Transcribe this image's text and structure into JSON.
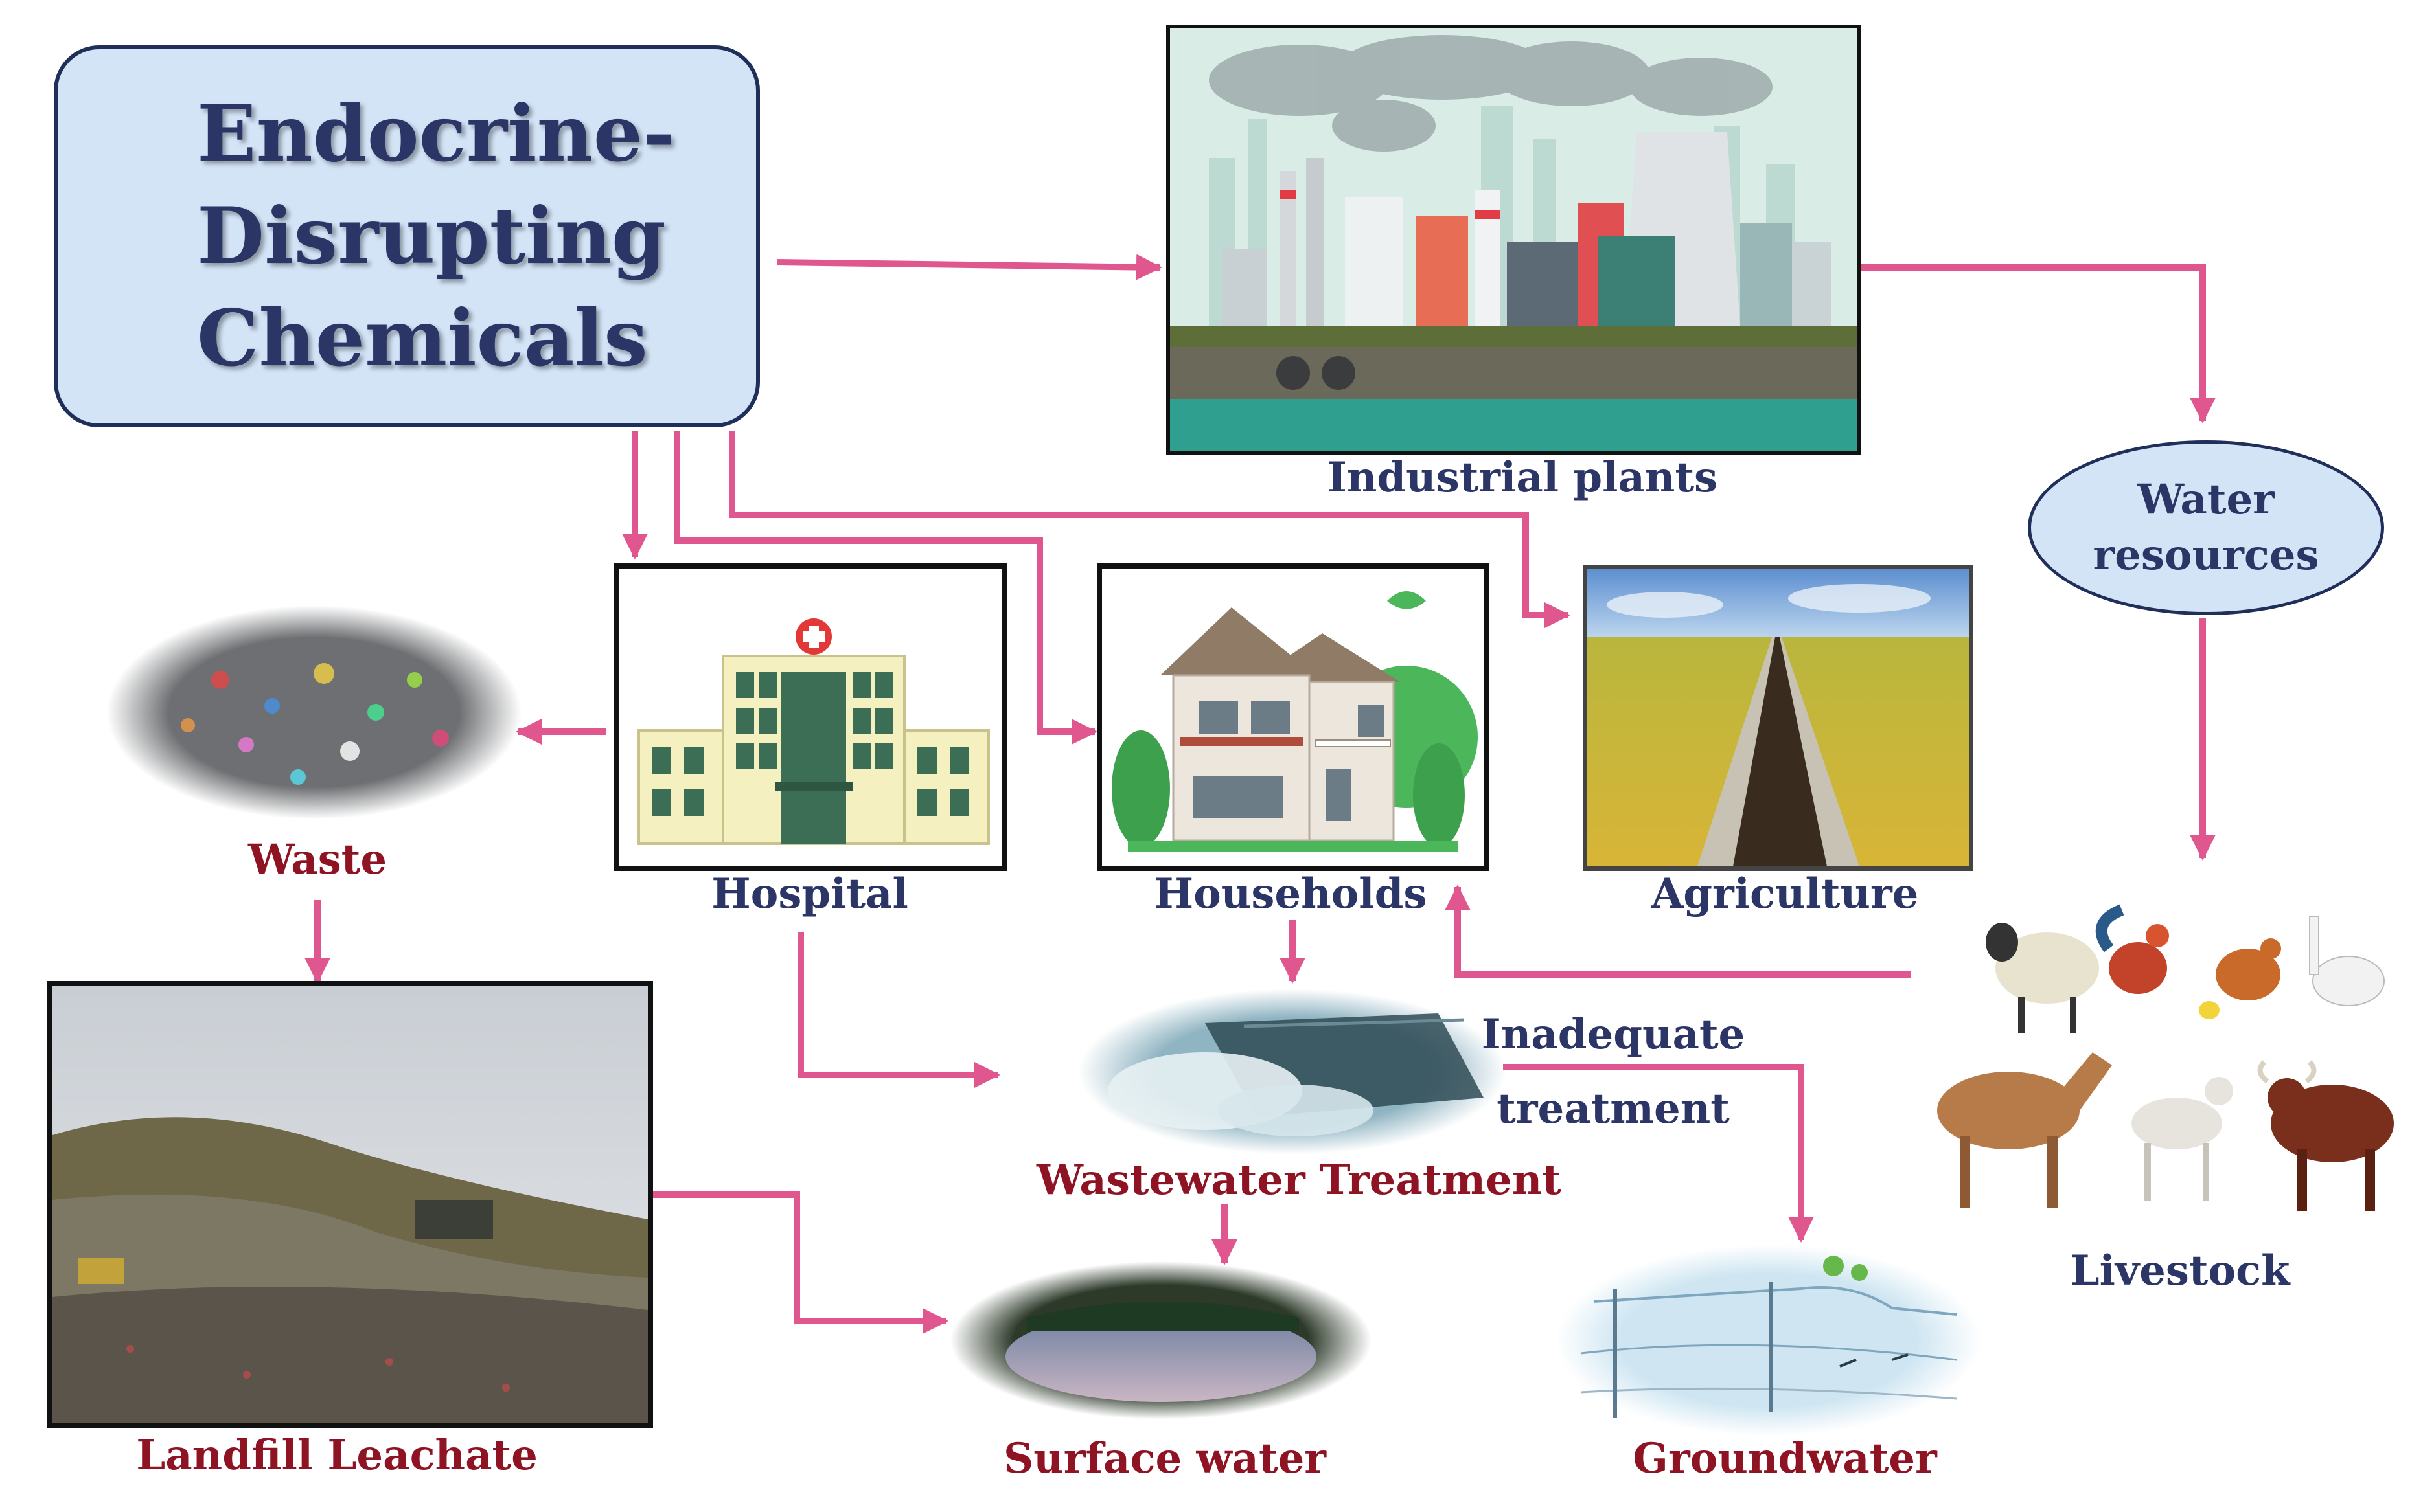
{
  "title": {
    "lines": [
      "Endocrine-",
      "Disrupting",
      "Chemicals"
    ]
  },
  "water_resources": {
    "lines": [
      "Water",
      "resources"
    ]
  },
  "labels": {
    "industrial_plants": "Industrial plants",
    "hospital": "Hospital",
    "households": "Households",
    "agriculture": "Agriculture",
    "waste": "Waste",
    "livestock": "Livestock",
    "inadequate": "Inadequate",
    "treatment": "treatment",
    "wastewater_treatment": "Wastewater Treatment",
    "landfill_leachate": "Landfill Leachate",
    "surface_water": "Surface water",
    "groundwater": "Groundwater"
  },
  "colors": {
    "arrow": "#e0568f",
    "navy_text": "#2b3566",
    "maroon_text": "#8e1424",
    "box_fill": "#d3e4f7"
  },
  "icons": {
    "industrial_plants": "factory-icon",
    "hospital": "hospital-icon",
    "households": "house-icon",
    "agriculture": "rice-field-icon",
    "waste": "garbage-pile-icon",
    "landfill": "landfill-icon",
    "wastewater": "treatment-tank-icon",
    "surface_water": "lake-icon",
    "groundwater": "aquifer-icon",
    "livestock": "animals-icon"
  }
}
